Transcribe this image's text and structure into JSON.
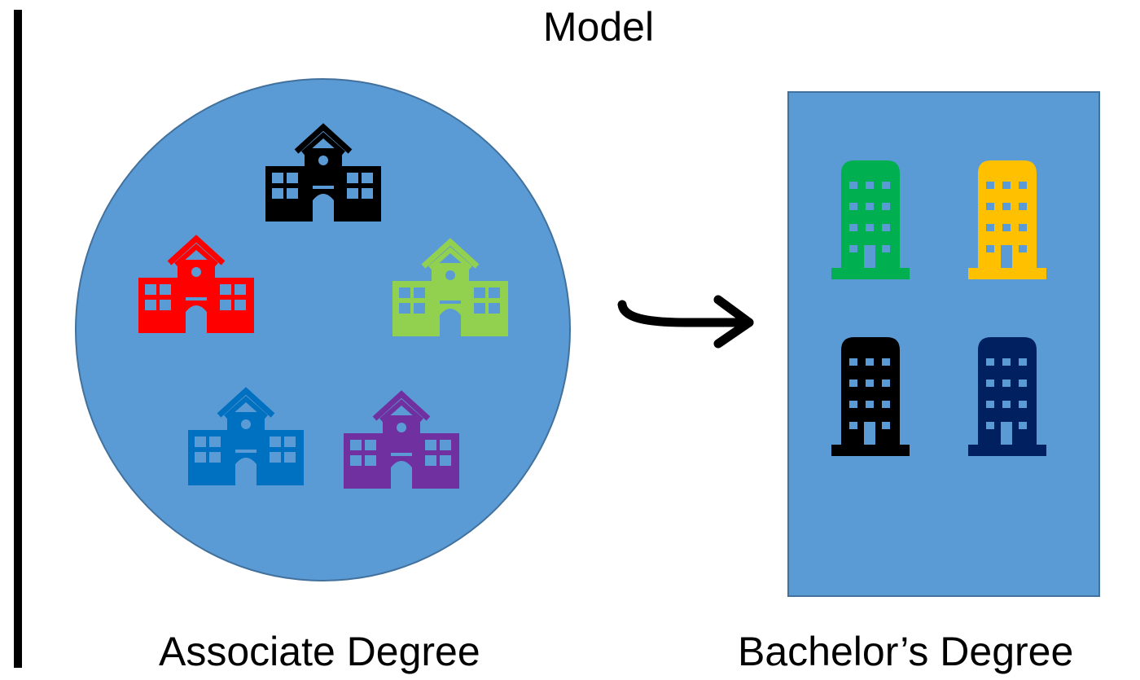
{
  "title": "Model",
  "associate": {
    "label": "Associate Degree",
    "schools": [
      {
        "name": "school-black",
        "color": "#000000"
      },
      {
        "name": "school-red",
        "color": "#ff0000"
      },
      {
        "name": "school-lightgreen",
        "color": "#92d050"
      },
      {
        "name": "school-blue",
        "color": "#0070c0"
      },
      {
        "name": "school-purple",
        "color": "#7030a0"
      }
    ]
  },
  "bachelor": {
    "label": "Bachelor’s Degree",
    "buildings": [
      {
        "name": "building-green",
        "color": "#00b050"
      },
      {
        "name": "building-gold",
        "color": "#ffc000"
      },
      {
        "name": "building-black",
        "color": "#000000"
      },
      {
        "name": "building-navy",
        "color": "#002060"
      }
    ]
  },
  "colors": {
    "fill": "#5b9bd5",
    "outline": "#41719c"
  },
  "icons": {
    "school": "school-building-icon",
    "office": "office-building-icon",
    "arrow": "curved-arrow-icon"
  }
}
